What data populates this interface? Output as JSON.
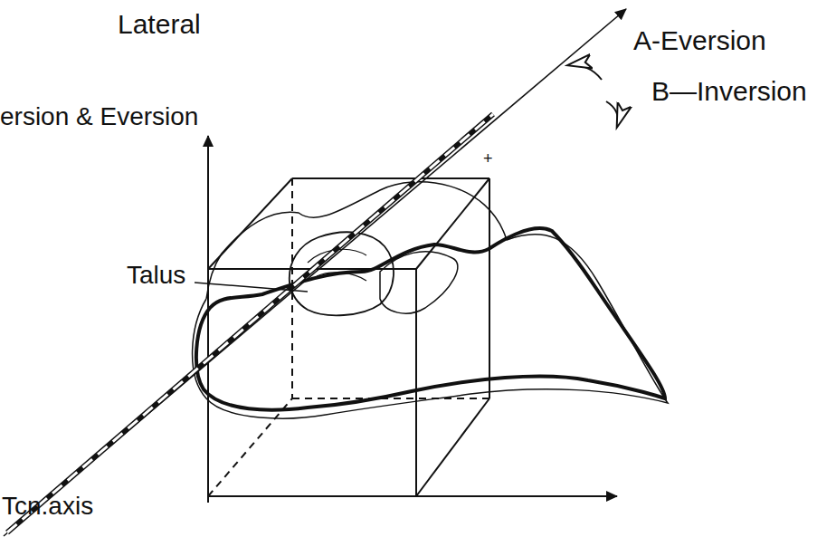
{
  "diagram": {
    "labels": [
      "Lateral",
      "ersion & Eversion",
      "A-Eversion",
      "B—Inversion",
      "Talus",
      "Tcn.axis",
      "+"
    ]
  }
}
